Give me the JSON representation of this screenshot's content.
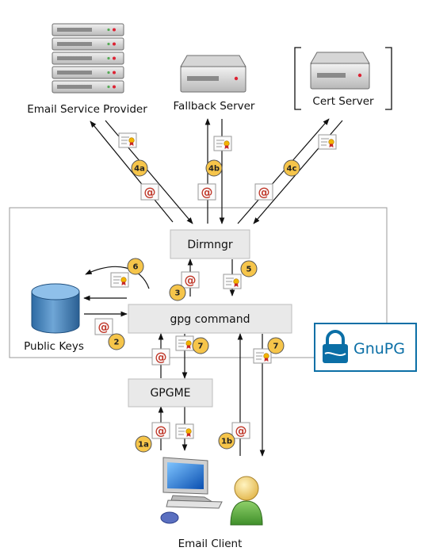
{
  "title": "",
  "nodes": {
    "email_service_provider": "Email Service Provider",
    "fallback_server": "Fallback Server",
    "cert_server": "Cert Server",
    "dirmngr": "Dirmngr",
    "gpg_command": "gpg command",
    "public_keys": "Public Keys",
    "gpgme": "GPGME",
    "email_client": "Email Client"
  },
  "logo": {
    "text": "GnuPG",
    "color": "#0b6fa6"
  },
  "badges": {
    "b4a": "4a",
    "b4b": "4b",
    "b4c": "4c",
    "b3": "3",
    "b5": "5",
    "b6": "6",
    "b2": "2",
    "b7a": "7",
    "b7b": "7",
    "b1a": "1a",
    "b1b": "1b"
  },
  "icons": {
    "at": "@",
    "certificate": "certificate-icon",
    "server": "server-icon",
    "database": "database-icon",
    "computer": "computer-icon",
    "person": "person-icon",
    "lock": "lock-icon"
  },
  "colors": {
    "badge_fill": "#f6c54a",
    "box_fill": "#e9e9e9",
    "frame": "#9a9a9a",
    "at_symbol": "#c0392b"
  }
}
